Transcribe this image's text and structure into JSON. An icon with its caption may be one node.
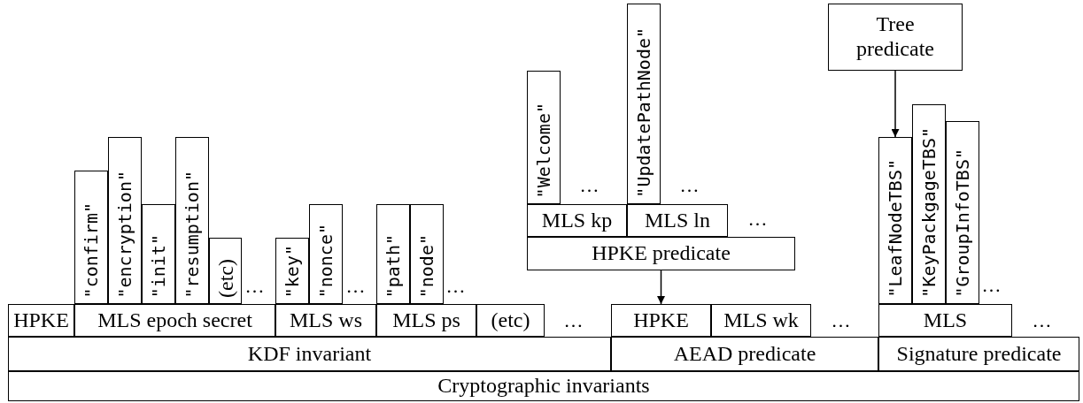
{
  "diagram": {
    "nodes": [
      {
        "text": [
          "\"confirm\""
        ]
      },
      {
        "text": [
          "\"encryption\""
        ]
      },
      {
        "text": [
          "\"init\""
        ]
      },
      {
        "text": [
          "\"resumption\""
        ]
      },
      {
        "text": [
          "(etc)"
        ]
      },
      {
        "text": [
          "\"key\""
        ]
      },
      {
        "text": [
          "\"nonce\""
        ]
      },
      {
        "text": [
          "\"path\""
        ]
      },
      {
        "text": [
          "\"node\""
        ]
      },
      {
        "text": [
          "\"Welcome\""
        ]
      },
      {
        "text": [
          "\"UpdatePathNode\""
        ]
      },
      {
        "text": [
          "MLS kp"
        ]
      },
      {
        "text": [
          "MLS ln"
        ]
      },
      {
        "text": [
          "HPKE predicate"
        ]
      },
      {
        "text": [
          "Tree predicate"
        ]
      },
      {
        "text": [
          "\"LeafNodeTBS\""
        ]
      },
      {
        "text": [
          "\"KeyPackgageTBS\""
        ]
      },
      {
        "text": [
          "\"GroupInfoTBS\""
        ]
      },
      {
        "text": [
          "HPKE"
        ]
      },
      {
        "text": [
          "MLS epoch secret"
        ]
      },
      {
        "text": [
          "MLS ws"
        ]
      },
      {
        "text": [
          "MLS ps"
        ]
      },
      {
        "text": [
          "(etc)"
        ]
      },
      {
        "text": [
          "HPKE"
        ]
      },
      {
        "text": [
          "MLS wk"
        ]
      },
      {
        "text": [
          "MLS"
        ]
      },
      {
        "text": [
          "KDF invariant"
        ]
      },
      {
        "text": [
          "AEAD predicate"
        ]
      },
      {
        "text": [
          "Signature predicate"
        ]
      },
      {
        "text": [
          "Cryptographic invariants"
        ]
      }
    ],
    "edges": [
      {
        "from": 13,
        "to": 23,
        "arrow": "to"
      },
      {
        "from": 14,
        "to": 15,
        "arrow": "to"
      }
    ],
    "labels": [
      "…",
      "…",
      "…",
      "…",
      "…",
      "…",
      "…",
      "…",
      "…",
      "…"
    ]
  }
}
